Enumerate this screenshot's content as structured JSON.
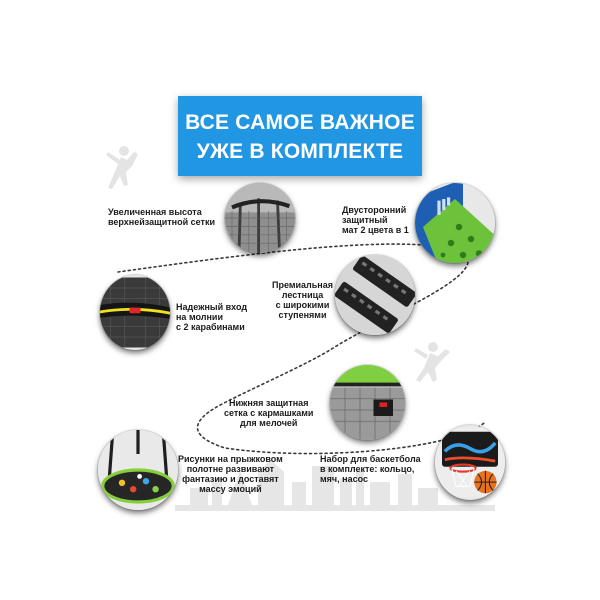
{
  "banner": {
    "line1": "ВСЕ САМОЕ ВАЖНОЕ",
    "line2": "УЖЕ В КОМПЛЕКТЕ",
    "color": "#2196e3"
  },
  "features": [
    {
      "lines": [
        "Увеличенная высота",
        "верхнейзащитной сетки"
      ]
    },
    {
      "lines": [
        "Двусторонний",
        "защитный",
        "мат 2 цвета в 1"
      ]
    },
    {
      "lines": [
        "Премиальная",
        "лестница",
        "с широкими",
        "ступенями"
      ]
    },
    {
      "lines": [
        "Надежный вход",
        "на молнии",
        "с 2 карабинами"
      ]
    },
    {
      "lines": [
        "Нижняя защитная",
        "сетка с кармашками",
        "для мелочей"
      ]
    },
    {
      "lines": [
        "Рисунки на прыжковом",
        "полотне развивают",
        "фантазию и доставят",
        "массу эмоций"
      ]
    },
    {
      "lines": [
        "Набор для баскетбола",
        "в комплекте: кольцо,",
        "мяч, насос"
      ]
    }
  ],
  "icons": {
    "net": "net-photo-icon",
    "mat": "mat-photo-icon",
    "ladder": "ladder-photo-icon",
    "zipper": "zipper-photo-icon",
    "pocket": "pocket-net-photo-icon",
    "trampoline": "trampoline-photo-icon",
    "basketball": "basketball-photo-icon"
  }
}
